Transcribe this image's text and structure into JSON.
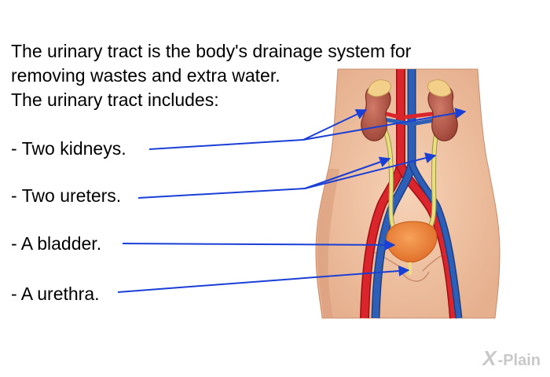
{
  "intro": {
    "line1": "The urinary tract is the body's drainage system for",
    "line2": "removing wastes and extra water.",
    "line3": "The urinary tract includes:"
  },
  "labels": {
    "kidneys": "- Two kidneys.",
    "ureters": "- Two ureters.",
    "bladder": "- A bladder.",
    "urethra": "- A urethra."
  },
  "brand": {
    "x": "X",
    "text": "-Plain"
  },
  "colors": {
    "skin": "#f4c9a8",
    "skin_shadow": "#e0a887",
    "kidney": "#b85a4a",
    "adrenal": "#f3d08a",
    "artery": "#d9252b",
    "vein": "#2d5fb8",
    "ureter": "#e8e080",
    "bladder": "#f08a3c",
    "arrow": "#1a3fd6"
  }
}
